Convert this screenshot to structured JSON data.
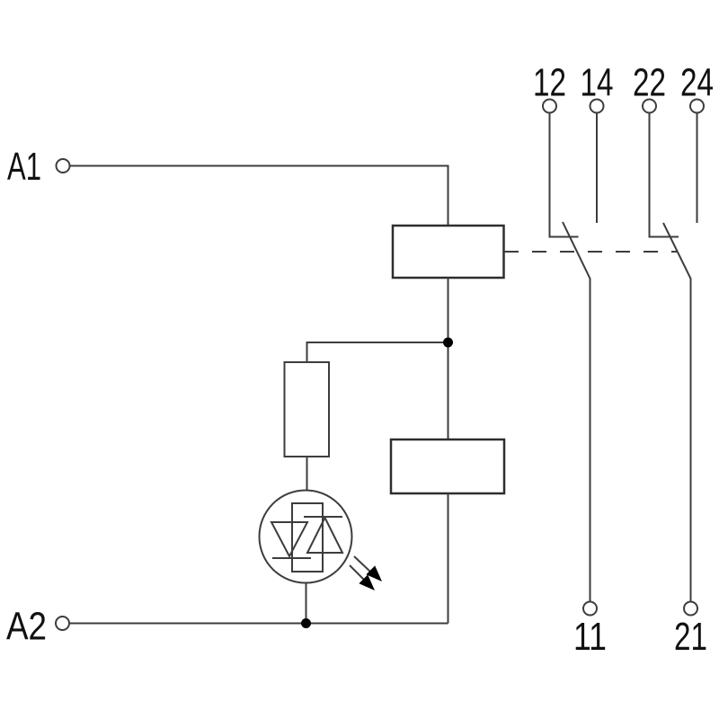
{
  "title": "Relay module wiring schematic",
  "colors": {
    "background": "#ffffff",
    "line": "#3d3d3d",
    "text": "#111111",
    "solid_marks": "#000000"
  },
  "coil_terminals": [
    {
      "label": "A1"
    },
    {
      "label": "A2"
    }
  ],
  "contact_terminals": {
    "top": [
      {
        "label": "12"
      },
      {
        "label": "14"
      },
      {
        "label": "22"
      },
      {
        "label": "24"
      }
    ],
    "bottom": [
      {
        "label": "11"
      },
      {
        "label": "21"
      }
    ]
  },
  "components": {
    "coil_box": "relay coil",
    "function_box": "function block",
    "resistor": "series resistor",
    "led": "LED status indicator (anti-parallel diodes)",
    "mechanical_link": "dashed actuator link",
    "contacts": "two changeover (CO) contacts"
  }
}
